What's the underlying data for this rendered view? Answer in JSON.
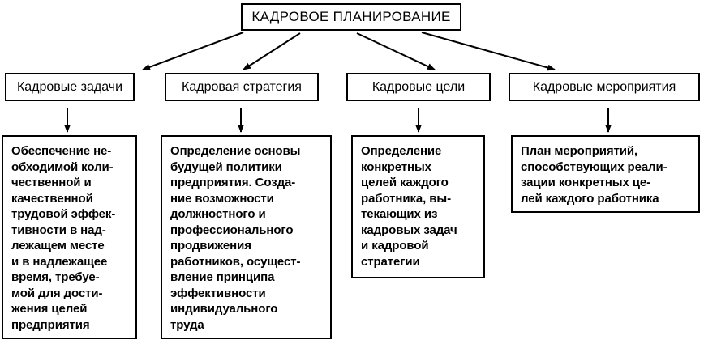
{
  "root": {
    "title": "КАДРОВОЕ ПЛАНИРОВАНИЕ"
  },
  "categories": [
    {
      "label": "Кадровые задачи",
      "description": "Обеспечение не-\nобходимой коли-\nчественной и\nкачественной\nтрудовой эффек-\nтивности в над-\nлежащем месте\nи в надлежащее\nвремя, требуе-\nмой для дости-\nжения целей\nпредприятия"
    },
    {
      "label": "Кадровая стратегия",
      "description": "Определение основы\nбудущей политики\nпредприятия. Созда-\nние возможности\nдолжностного и\nпрофессионального\nпродвижения\nработников, осущест-\nвление принципа\nэффективности\nиндивидуального\nтруда"
    },
    {
      "label": "Кадровые цели",
      "description": "Определение\nконкретных\nцелей каждого\nработника, вы-\nтекающих из\nкадровых задач\nи кадровой\nстратегии"
    },
    {
      "label": "Кадровые мероприятия",
      "description": "План мероприятий,\nспособствующих реали-\nзации конкретных це-\nлей каждого работника"
    }
  ]
}
